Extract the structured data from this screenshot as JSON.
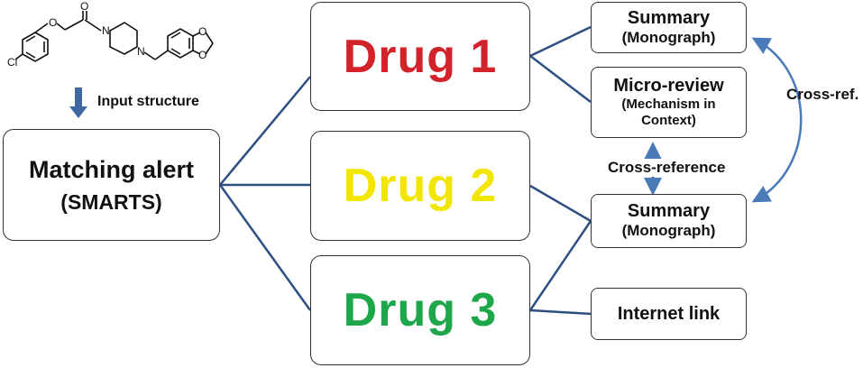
{
  "input_label": "Input structure",
  "molecule": {
    "atom_cl": "Cl",
    "atom_o": "O",
    "atom_n": "N"
  },
  "matching": {
    "title": "Matching alert",
    "subtitle": "(SMARTS)"
  },
  "drugs": [
    {
      "label": "Drug 1",
      "color": "#d2232a"
    },
    {
      "label": "Drug 2",
      "color": "#f2e600"
    },
    {
      "label": "Drug 3",
      "color": "#1ea64b"
    }
  ],
  "summary_top": {
    "title": "Summary",
    "subtitle": "(Monograph)"
  },
  "micro_review": {
    "title": "Micro-review",
    "line1": "(Mechanism in",
    "line2": "Context)"
  },
  "summary_bottom": {
    "title": "Summary",
    "subtitle": "(Monograph)"
  },
  "internet_link": "Internet link",
  "cross_reference": "Cross-reference",
  "cross_ref": "Cross-ref.",
  "colors": {
    "connector": "#2e4f82",
    "arrow": "#4a7ab8",
    "border": "#333333"
  }
}
